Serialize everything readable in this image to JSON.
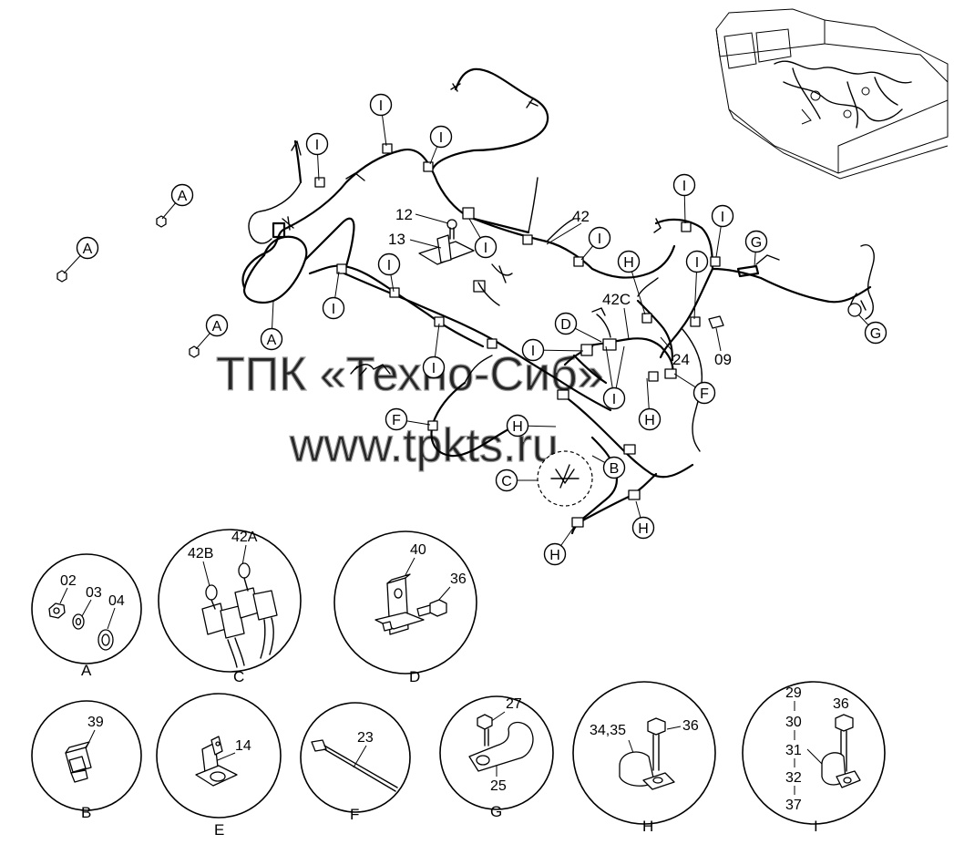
{
  "watermark": {
    "line1": "ТПК «Техно-Сиб»",
    "line2": "www.tpkts.ru"
  },
  "callouts": [
    "A",
    "B",
    "C",
    "D",
    "E",
    "F",
    "G",
    "H",
    "I"
  ],
  "part_numbers": [
    "02",
    "03",
    "04",
    "09",
    "12",
    "13",
    "14",
    "23",
    "24",
    "25",
    "27",
    "29",
    "30",
    "31",
    "32",
    "36",
    "37",
    "39",
    "40",
    "42",
    "42A",
    "42B",
    "42C",
    "34,35"
  ],
  "details": {
    "A": {
      "label": "A",
      "parts": [
        "02",
        "03",
        "04"
      ]
    },
    "C": {
      "label": "C",
      "parts": [
        "42B",
        "42A"
      ]
    },
    "D": {
      "label": "D",
      "parts": [
        "40",
        "36"
      ]
    },
    "B": {
      "label": "B",
      "parts": [
        "39"
      ]
    },
    "E": {
      "label": "E",
      "parts": [
        "14"
      ]
    },
    "F": {
      "label": "F",
      "parts": [
        "23"
      ]
    },
    "G": {
      "label": "G",
      "parts": [
        "27",
        "25"
      ]
    },
    "H": {
      "label": "H",
      "parts": [
        "34,35",
        "36"
      ]
    },
    "I": {
      "label": "I",
      "parts": [
        "29",
        "30",
        "31",
        "32",
        "37",
        "36"
      ]
    }
  },
  "main_labels": {
    "p12": "12",
    "p13": "13",
    "p42": "42",
    "p42c": "42C",
    "p24": "24",
    "p09": "09"
  }
}
